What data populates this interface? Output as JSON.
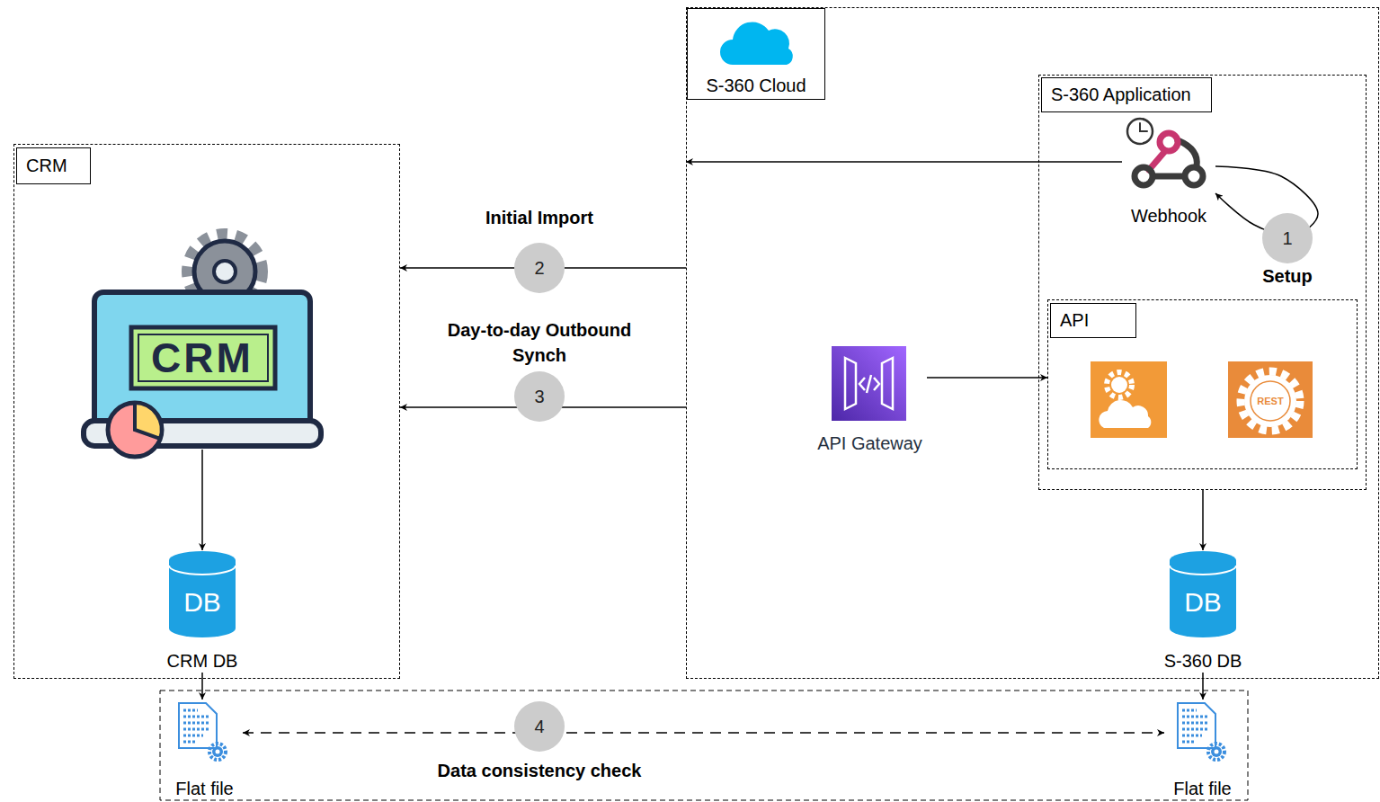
{
  "diagram": {
    "nodes": [
      {
        "text": [
          "CRM"
        ]
      },
      {
        "text": [
          "CRM"
        ],
        "in": 0
      },
      {
        "text": [
          "DB",
          "CRM DB"
        ],
        "in": 0
      },
      {
        "text": [
          "S-360 Cloud"
        ]
      },
      {
        "text": [
          "S-360 Application"
        ],
        "in": 3
      },
      {
        "text": [
          "Webhook"
        ],
        "in": 4
      },
      {
        "text": [
          "API"
        ],
        "in": 4
      },
      {
        "text": [
          "API Gateway"
        ],
        "in": 3
      },
      {
        "text": [
          "DB",
          "S-360 DB"
        ],
        "in": 3
      },
      {
        "text": [
          "Flat file"
        ]
      },
      {
        "text": [
          "Flat file"
        ]
      }
    ],
    "edges": [
      {
        "from": 5,
        "to": 3,
        "arrow": "to"
      },
      {
        "from": 5,
        "to": 5,
        "label": "Setup",
        "arrow": "to"
      },
      {
        "from": 3,
        "to": 0,
        "label": "Initial Import",
        "arrow": "to"
      },
      {
        "from": 3,
        "to": 0,
        "label": "Day-to-day Outbound Synch",
        "arrow": "to"
      },
      {
        "from": 7,
        "to": 6,
        "arrow": "to"
      },
      {
        "from": 4,
        "to": 8,
        "arrow": "to"
      },
      {
        "from": 1,
        "to": 2,
        "arrow": "to"
      },
      {
        "from": 2,
        "to": 9,
        "arrow": "to"
      },
      {
        "from": 8,
        "to": 10,
        "arrow": "to"
      },
      {
        "from": 9,
        "to": 10,
        "label": "Data consistency check",
        "arrow": "both"
      }
    ],
    "labels": [
      "1",
      "2",
      "3",
      "4",
      "REST"
    ]
  }
}
